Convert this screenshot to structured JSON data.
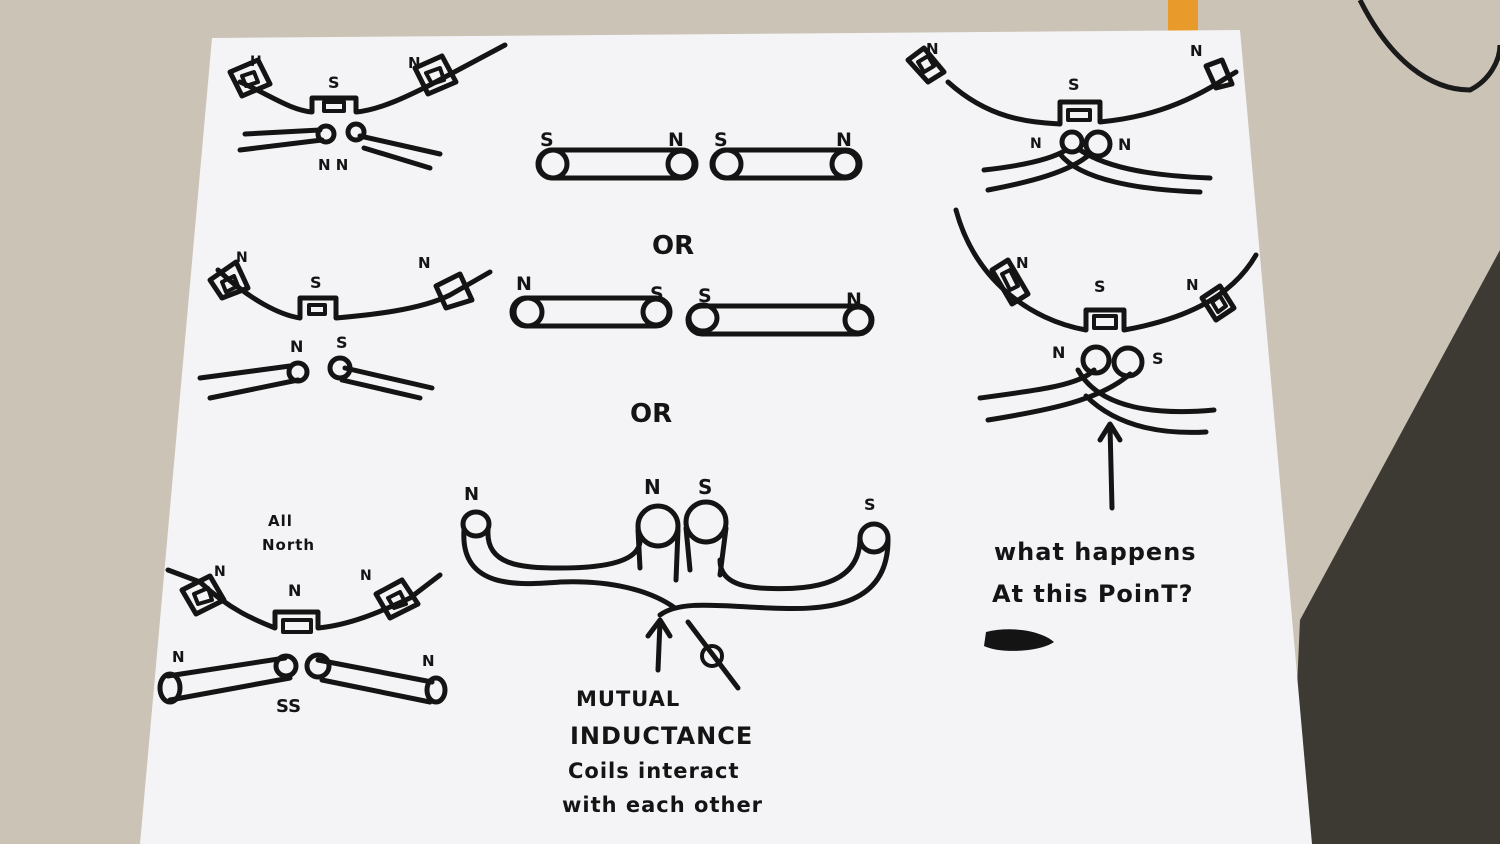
{
  "colors": {
    "paper": "#f4f3f6",
    "ink": "#141414",
    "table": "#cbc3b6",
    "carpet": "#3c3a33"
  },
  "labels": {
    "n": "N",
    "s": "S",
    "h": "H",
    "or": "OR",
    "ss": "SS",
    "nn": "N N",
    "all": "All",
    "north": "North"
  },
  "annotations": {
    "mutual_line1": "MUTUAL",
    "mutual_line2": "INDUCTANCE",
    "mutual_line3": "Coils interact",
    "mutual_line4": "with each other",
    "question_line1": "what happens",
    "question_line2": "At this PoinT?"
  }
}
